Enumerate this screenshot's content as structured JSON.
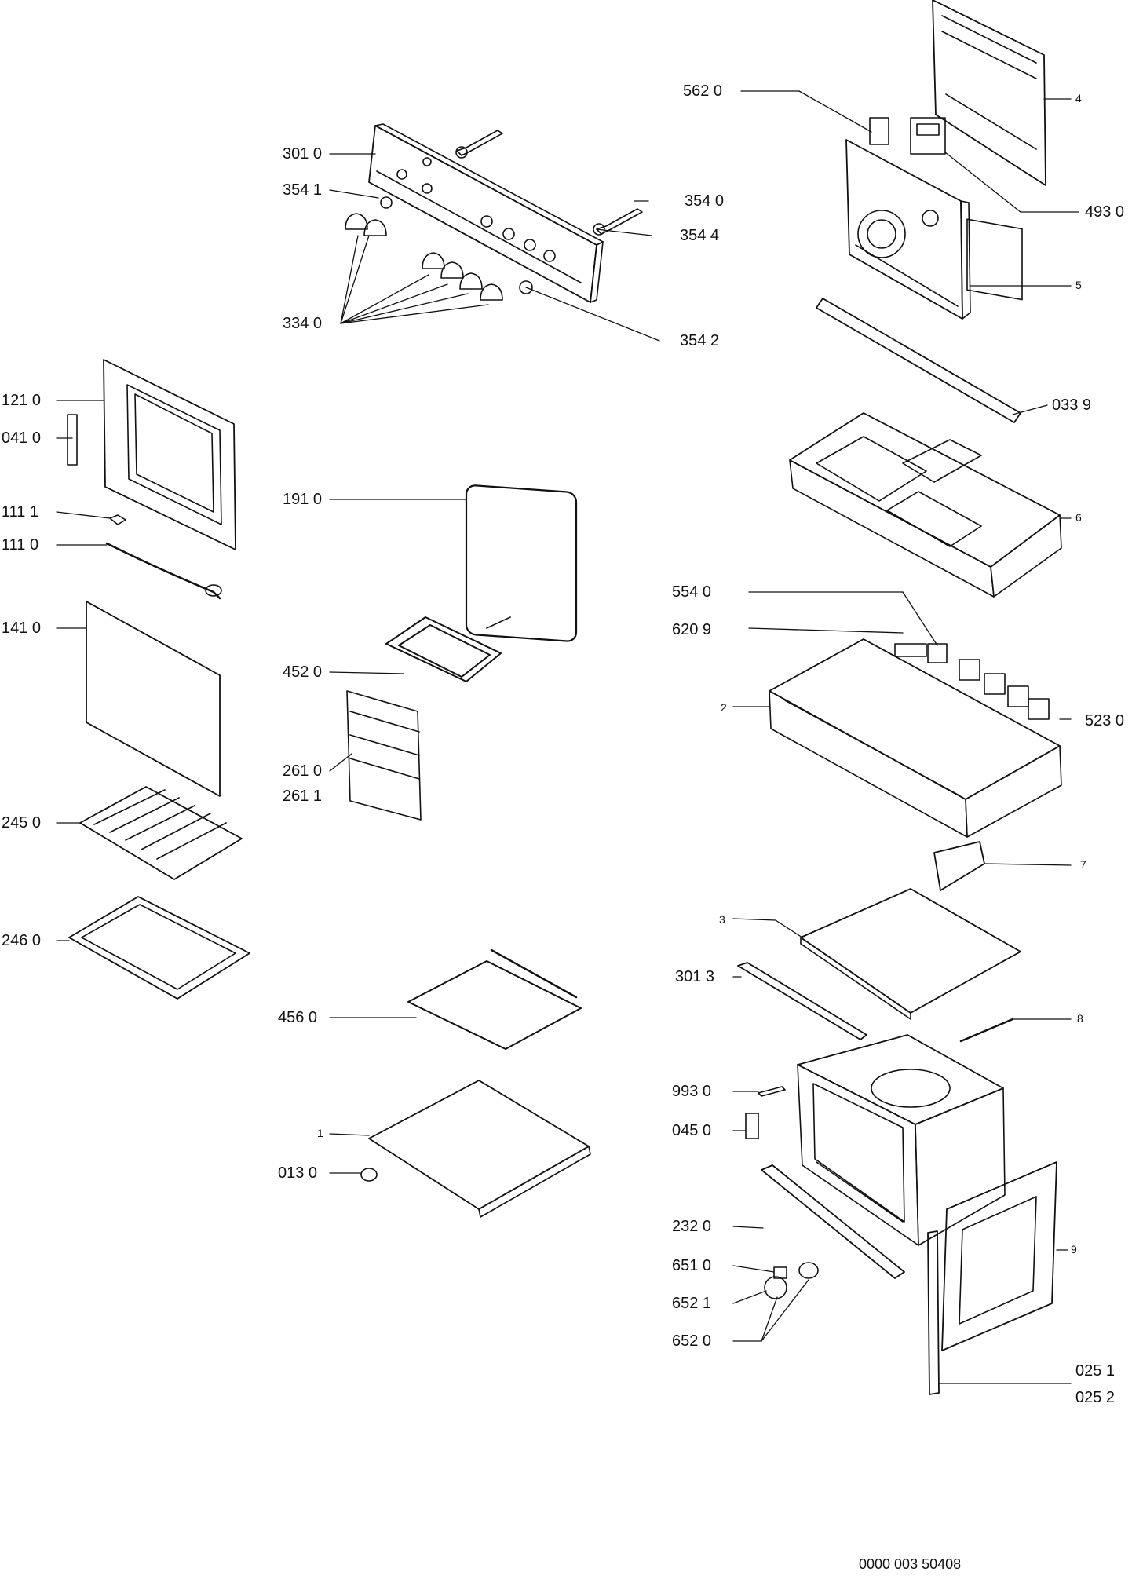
{
  "labels": {
    "p_3010": "301 0",
    "p_3541": "354 1",
    "p_3540": "354 0",
    "p_3544": "354 4",
    "p_3340": "334 0",
    "p_3542": "354 2",
    "p_5620": "562 0",
    "p_4": "4",
    "p_4930": "493 0",
    "p_5": "5",
    "p_0339": "033 9",
    "p_6": "6",
    "p_1210": "121 0",
    "p_0410": "041 0",
    "p_1111": "111 1",
    "p_1110": "111 0",
    "p_1910": "191 0",
    "p_1410": "141 0",
    "p_4520": "452 0",
    "p_2610": "261 0",
    "p_2611": "261 1",
    "p_2450": "245 0",
    "p_2460": "246 0",
    "p_5540": "554 0",
    "p_6209": "620 9",
    "p_2": "2",
    "p_5230": "523 0",
    "p_7": "7",
    "p_3": "3",
    "p_3013": "301 3",
    "p_8": "8",
    "p_4560": "456 0",
    "p_1": "1",
    "p_0130": "013 0",
    "p_9930": "993 0",
    "p_0450": "045 0",
    "p_2320": "232 0",
    "p_6510": "651 0",
    "p_6521": "652 1",
    "p_6520": "652 0",
    "p_9": "9",
    "p_0251": "025 1",
    "p_0252": "025 2"
  },
  "footer_code": "0000 003 50408"
}
